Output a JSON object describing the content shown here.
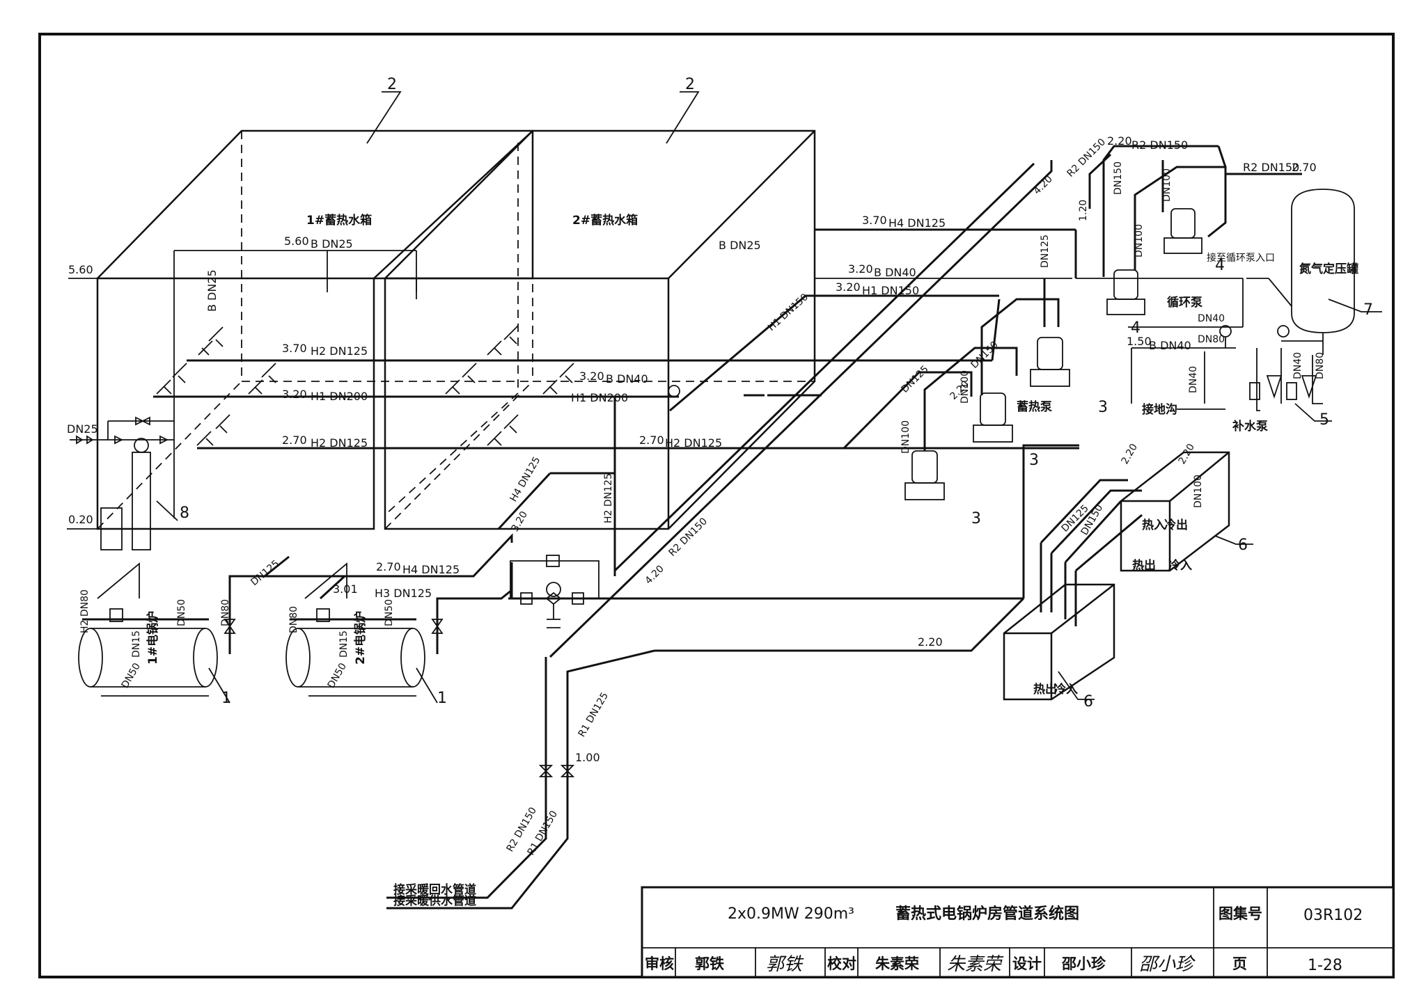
{
  "tanks": {
    "tank1": "1#蓄热水箱",
    "tank2": "2#蓄热水箱",
    "callout": "2"
  },
  "boilers": {
    "boiler1": "1#电锅炉",
    "boiler2": "2#电锅炉",
    "callout": "1"
  },
  "equipment": {
    "pressure_tank": "氮气定压罐",
    "circ_pump": "循环泵",
    "storage_pump": "蓄热泵",
    "makeup_pump": "补水泵",
    "to_circ_inlet": "接至循环泵入口",
    "to_drain": "接地沟",
    "hx_hot_in": "热入",
    "hx_cold_out": "冷出",
    "hx_hot_out": "热出",
    "hx_cold_in": "冷入",
    "to_heating_return": "接采暖回水管道",
    "to_heating_supply": "接采暖供水管道"
  },
  "callouts": {
    "n3": "3",
    "n4": "4",
    "n5": "5",
    "n6": "6",
    "n7": "7",
    "n8": "8"
  },
  "pipe_labels": {
    "b_dn25_top": "B DN25",
    "b_dn25_vert": "B DN25",
    "b_dn25_right": "B DN25",
    "h2_dn125_370": "H2 DN125",
    "h1_dn200": "H1 DN200",
    "h2_dn125_270": "H2 DN125",
    "b_dn40_tank": "B DN40",
    "h1_dn200_b": "H1 DN200",
    "h4_dn125_370": "H4 DN125",
    "b_dn40_320": "B DN40",
    "h1_dn150_320": "H1 DN150",
    "h1_dn150_diag": "H1 DN150",
    "r2_dn150_420": "R2 DN150",
    "dn125_vert": "DN125",
    "h2_dn125_270b": "H2 DN125",
    "h4_dn125_diag": "H4 DN125",
    "h2_dn125_vert": "H2 DN125",
    "r2_dn150_diag": "R2 DN150",
    "h4_dn125_270": "H4 DN125",
    "h3_dn125": "H3 DN125",
    "dn125_b": "DN125",
    "dn80_a": "DN80",
    "dn50_a": "DN50",
    "dn15_a": "DN15",
    "dn50_b": "DN50",
    "dn80_b": "DN80",
    "r2_dn150_top": "R2 DN150",
    "r2_dn150_270": "R2 DN150",
    "dn150_a": "DN150",
    "dn100_a": "DN100",
    "dn100_b": "DN100",
    "dn40_a": "DN40",
    "b_dn40_150": "B DN40",
    "dn80_c": "DN80",
    "dn40_b": "DN40",
    "dn40_c": "DN40",
    "dn80_d": "DN80",
    "dn150_b": "DN150",
    "dn125_c": "DN125",
    "dn100_c": "DN100",
    "dn100_d": "DN100",
    "dn25_inlet": "DN25",
    "r1_dn125": "R1 DN125",
    "r2_dn150_bot": "R2 DN150",
    "r1_dn150_bot": "R1 DN150",
    "h2_dn80": "H2 DN80",
    "dn15_b": "DN15",
    "dn50_c": "DN50",
    "dn50_d": "DN50",
    "dn100_hx": "DN100",
    "dn125_hx": "DN125",
    "dn150_hx": "DN150"
  },
  "elevations": {
    "e560a": "5.60",
    "e560b": "5.60",
    "e370a": "3.70",
    "e320a": "3.20",
    "e270a": "2.70",
    "e020": "0.20",
    "e320b": "3.20",
    "e370b": "3.70",
    "e320c": "3.20",
    "e320d": "3.20",
    "e420a": "4.20",
    "e220a": "2.20",
    "e270b": "2.70",
    "e320e": "3.20",
    "e420b": "4.20",
    "e270c": "2.70",
    "e301": "3.01",
    "e220b": "2.20",
    "e220c": "2.20",
    "e270d": "2.70",
    "e120": "1.20",
    "e150": "1.50",
    "e220d": "2.20",
    "e220e": "2.20",
    "e100": "1.00"
  },
  "title_block": {
    "title_spec": "2x0.9MW 290m³",
    "title_name": "蓄热式电锅炉房管道系统图",
    "atlas_label": "图集号",
    "atlas_no": "03R102",
    "review_label": "审核",
    "reviewer": "郭铁",
    "check_label": "校对",
    "checker": "朱素荣",
    "design_label": "设计",
    "designer": "邵小珍",
    "page_label": "页",
    "page_no": "1-28"
  }
}
